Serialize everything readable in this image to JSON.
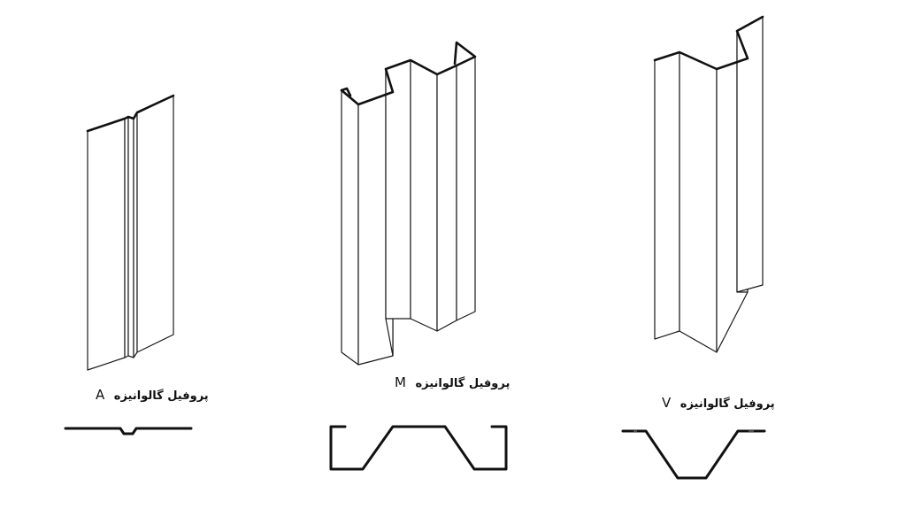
{
  "profiles": [
    {
      "id": "A",
      "caption": "پروفیل گالوانیزه",
      "letter": "A"
    },
    {
      "id": "M",
      "caption": "پروفیل گالوانیزه",
      "letter": "M"
    },
    {
      "id": "V",
      "caption": "پروفیل گالوانیزه",
      "letter": "V"
    }
  ],
  "colors": {
    "line": "#111111",
    "background": "#ffffff"
  }
}
